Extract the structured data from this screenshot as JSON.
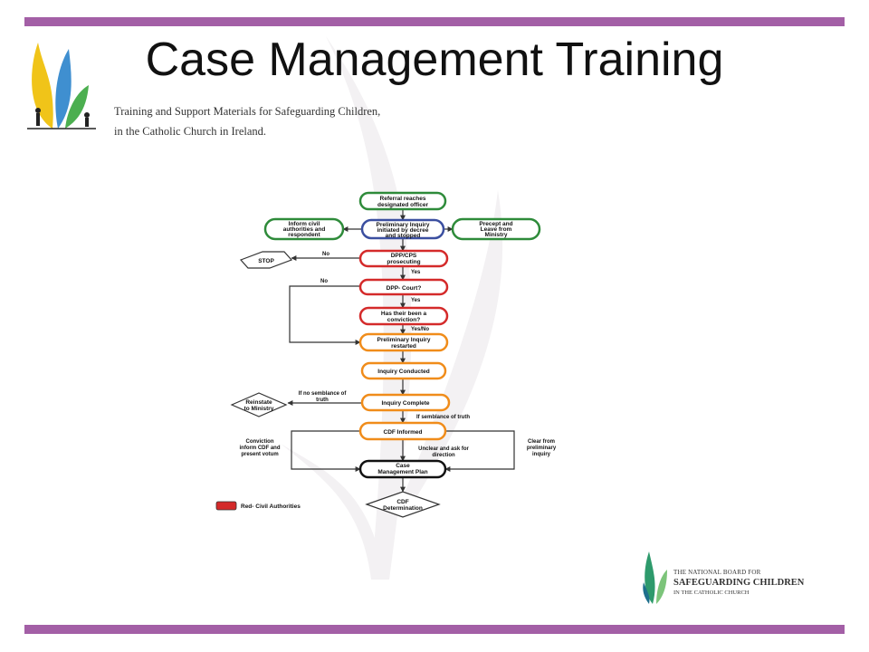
{
  "slide": {
    "title": "Case Management Training",
    "subtitle_line1": "Training and Support Materials for Safeguarding Children,",
    "subtitle_line2": "in the Catholic Church in Ireland."
  },
  "colors": {
    "accent_bar": "#a35fa6",
    "green": "#2e8b3a",
    "blue": "#3b4fa0",
    "red": "#d42a2a",
    "orange": "#f08c1a",
    "black": "#111111"
  },
  "flowchart": {
    "nodes": {
      "referral": [
        "Referral reaches",
        "designated officer"
      ],
      "preliminary": [
        "Preliminary Inquiry",
        "initiated by decree",
        "and stopped"
      ],
      "inform": [
        "Inform civil",
        "authorities and",
        "respondent"
      ],
      "precept": [
        "Precept and",
        "Leave from",
        "Ministry"
      ],
      "dpp": [
        "DPP/CPS",
        "prosecuting"
      ],
      "stop": [
        "STOP"
      ],
      "court": [
        "DPP- Court?"
      ],
      "conviction": [
        "Has their been a",
        "conviction?"
      ],
      "restarted": [
        "Preliminary Inquiry",
        "restarted"
      ],
      "conducted": [
        "Inquiry Conducted"
      ],
      "complete": [
        "Inquiry Complete"
      ],
      "reinstate": [
        "Reinstate",
        "to Ministry"
      ],
      "cdf_informed": [
        "CDF Informed"
      ],
      "cmp": [
        "Case",
        "Management Plan"
      ],
      "determination": [
        "CDF",
        "Determination"
      ]
    },
    "edge_labels": {
      "dpp_no": "No",
      "dpp_yes": "Yes",
      "court_no": "No",
      "court_yes": "Yes",
      "conv_yesno": "Yes/No",
      "no_semblance": [
        "If no semblance of",
        "truth"
      ],
      "semblance": "If semblance of truth",
      "conviction_left": [
        "Conviction",
        "inform CDF and",
        "present votum"
      ],
      "unclear": [
        "Unclear and ask for",
        "direction"
      ],
      "clear_right": [
        "Clear from",
        "preliminary",
        "inquiry"
      ]
    },
    "legend": {
      "label": "Red- Civil Authorities",
      "color": "#d42a2a"
    }
  },
  "board": {
    "line1": "THE NATIONAL BOARD FOR",
    "line2": "SAFEGUARDING CHILDREN",
    "line3": "IN THE CATHOLIC CHURCH"
  }
}
